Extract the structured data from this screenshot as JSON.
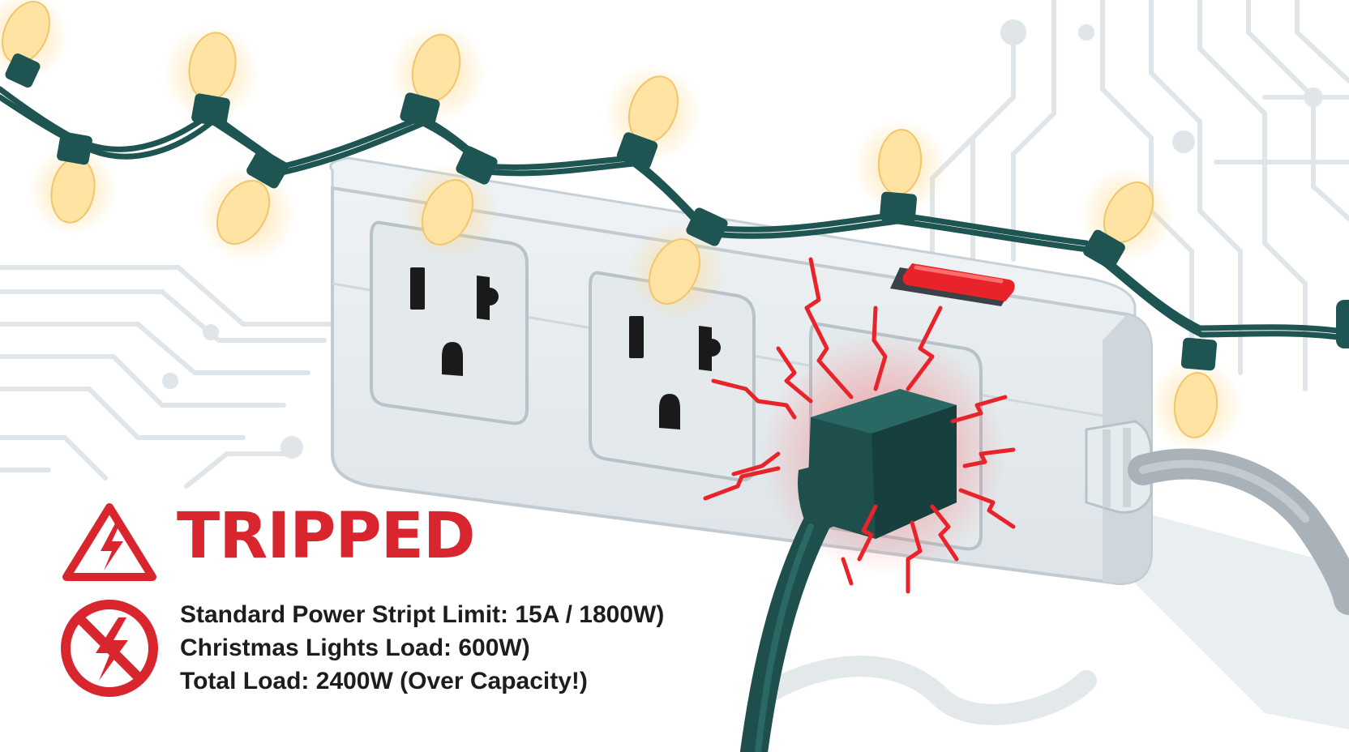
{
  "warning": {
    "title": "TRIPPED",
    "icons": [
      "high-voltage-warning-icon",
      "no-electricity-prohibited-icon"
    ],
    "color": "#d9262e"
  },
  "specs": [
    "Standard Power Stript Limit: 15A / 1800W)",
    "Christmas Lights Load: 600W)",
    "Total Load: 2400W (Over Capacity!)"
  ],
  "colors": {
    "cord": "#1e5552",
    "bulb": "#ffe3a3",
    "power_strip": "#e6ebee",
    "switch": "#e8232a",
    "spark": "#e8232a",
    "circuit_lines": "#dde3e7"
  }
}
